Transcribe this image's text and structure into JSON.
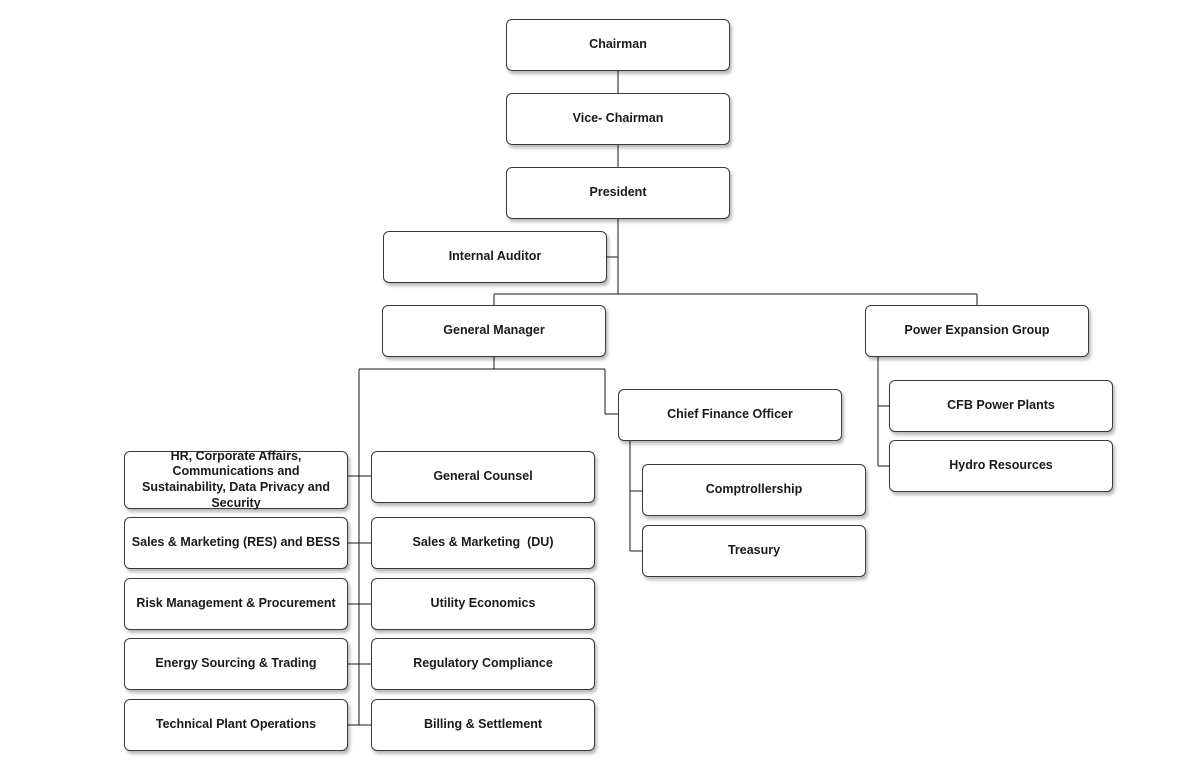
{
  "org_chart": {
    "chairman": "Chairman",
    "vice_chairman": "Vice- Chairman",
    "president": "President",
    "internal_auditor": "Internal Auditor",
    "general_manager": "General Manager",
    "power_expansion_group": "Power Expansion Group",
    "chief_finance_officer": "Chief Finance Officer",
    "cfb_power_plants": "CFB Power Plants",
    "hydro_resources": "Hydro Resources",
    "comptrollership": "Comptrollership",
    "treasury": "Treasury",
    "hr_corporate_affairs": "HR, Corporate Affairs, Communications and Sustainability, Data Privacy and Security",
    "general_counsel": "General Counsel",
    "sales_marketing_res_bess": "Sales & Marketing (RES) and BESS",
    "sales_marketing_du": "Sales & Marketing  (DU)",
    "risk_management_procurement": "Risk Management & Procurement",
    "utility_economics": "Utility Economics",
    "energy_sourcing_trading": "Energy Sourcing & Trading",
    "regulatory_compliance": "Regulatory Compliance",
    "technical_plant_operations": "Technical Plant Operations",
    "billing_settlement": "Billing & Settlement"
  }
}
